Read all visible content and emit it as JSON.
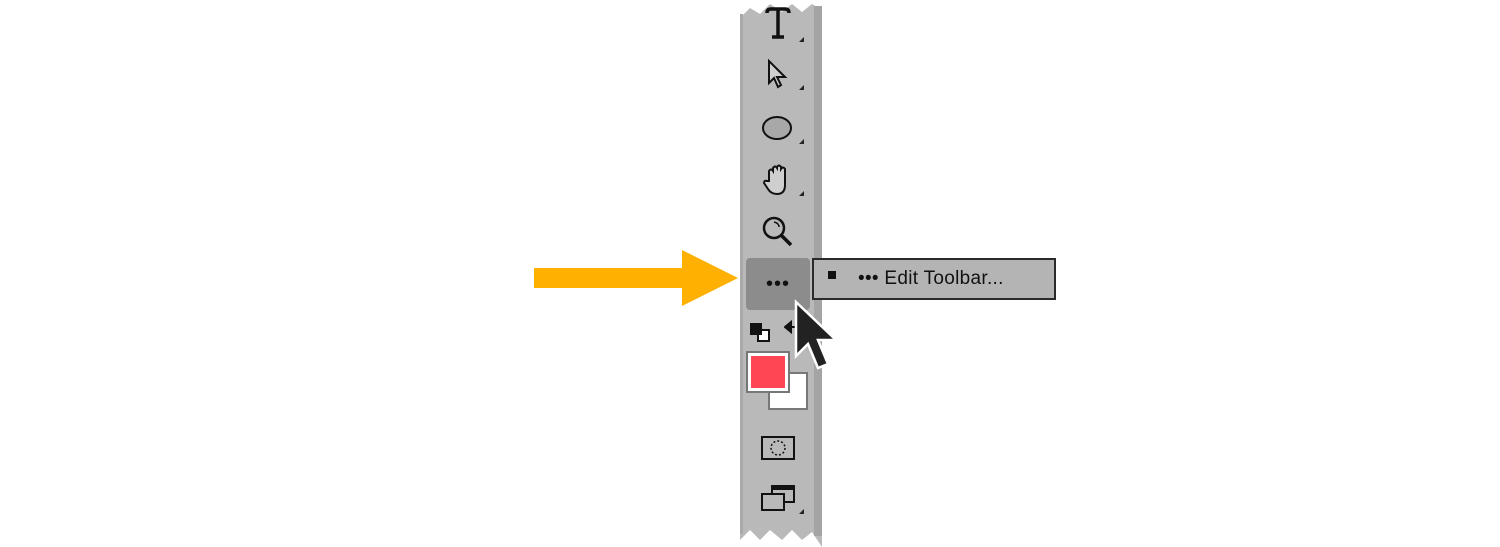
{
  "toolbar": {
    "tools": [
      "type-tool",
      "selection-tool",
      "ellipse-tool",
      "hand-tool",
      "zoom-tool",
      "edit-toolbar",
      "default-colors",
      "foreground-background-colors",
      "quick-mask",
      "screen-mode"
    ],
    "more_label": "•••"
  },
  "flyout_menu": {
    "item_label": "••• Edit Toolbar..."
  },
  "colors": {
    "foreground": "#FF4655",
    "background": "#FFFFFF",
    "callout_arrow": "#FFB000",
    "toolbar_bg": "#B9B9B9"
  }
}
